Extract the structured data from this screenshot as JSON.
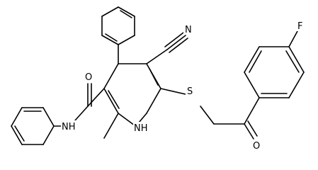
{
  "atoms": {
    "n_cyano": "N",
    "o_amide": "O",
    "n_amide": "NH",
    "n_ring": "NH",
    "s_thio": "S",
    "o_keto": "O",
    "f_fluoro": "F"
  }
}
